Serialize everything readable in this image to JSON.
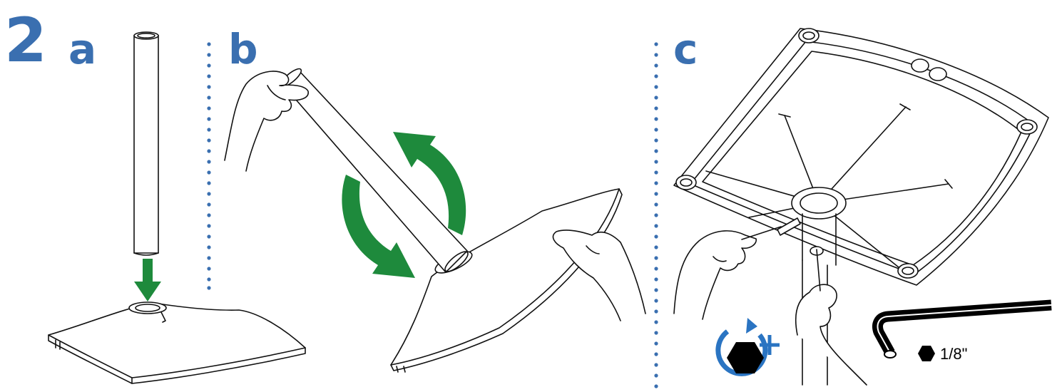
{
  "step_number": "2",
  "panels": {
    "a": {
      "label": "a"
    },
    "b": {
      "label": "b"
    },
    "c": {
      "label": "c"
    }
  },
  "hex_key": {
    "size": "1/8\""
  },
  "colors": {
    "label_blue": "#3a6fb0",
    "arrow_green": "#1e8a3c",
    "divider_blue": "#3a6fb0",
    "tighten_blue": "#2a74c2"
  },
  "icons": [
    "down-arrow-icon",
    "rotate-arrows-icon",
    "tighten-clockwise-icon",
    "hex-key-icon",
    "hex-socket-icon"
  ]
}
